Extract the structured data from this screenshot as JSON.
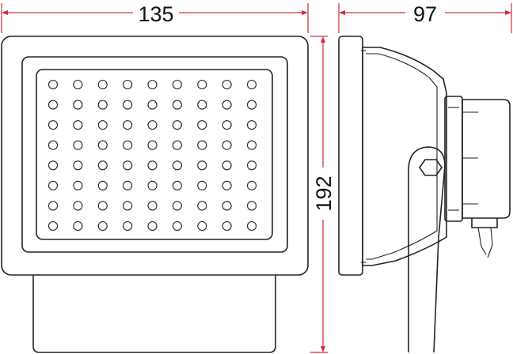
{
  "dimensions": {
    "width": "135",
    "depth": "97",
    "height": "192"
  },
  "led_grid": {
    "rows": 8,
    "cols": 9
  },
  "colors": {
    "line": "#222222",
    "dimension": "#d42a34",
    "background": "#ffffff"
  }
}
